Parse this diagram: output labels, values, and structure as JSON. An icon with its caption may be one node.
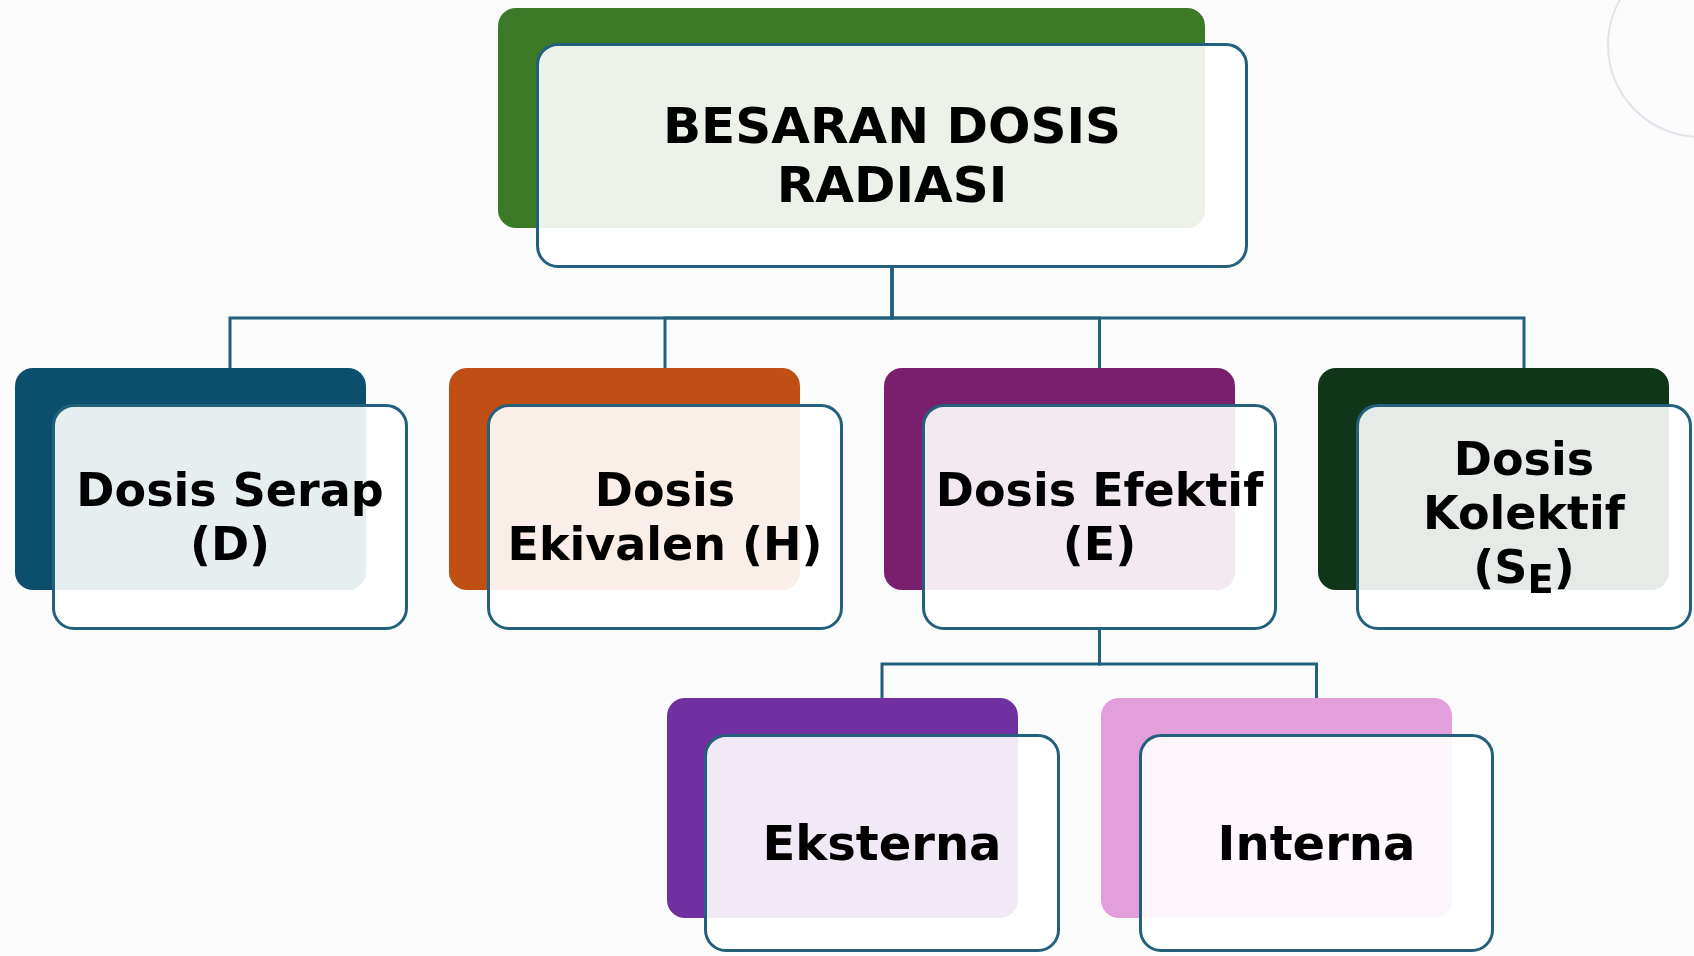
{
  "diagram": {
    "nodes": [
      {
        "text": [
          "BESARAN DOSIS RADIASI"
        ]
      },
      {
        "text": [
          "Dosis Serap (D)"
        ]
      },
      {
        "text": [
          "Dosis Ekivalen (H)"
        ]
      },
      {
        "text": [
          "Dosis Efektif (E)"
        ]
      },
      {
        "text": [
          "Dosis Kolektif (S$_{E}$)"
        ]
      },
      {
        "text": [
          "Eksterna"
        ]
      },
      {
        "text": [
          "Interna"
        ]
      }
    ],
    "edges": [
      {
        "from": 0,
        "to": 1,
        "arrow": "none"
      },
      {
        "from": 0,
        "to": 2,
        "arrow": "none"
      },
      {
        "from": 0,
        "to": 3,
        "arrow": "none"
      },
      {
        "from": 0,
        "to": 4,
        "arrow": "none"
      },
      {
        "from": 3,
        "to": 5,
        "arrow": "none"
      },
      {
        "from": 3,
        "to": 6,
        "arrow": "none"
      }
    ]
  }
}
